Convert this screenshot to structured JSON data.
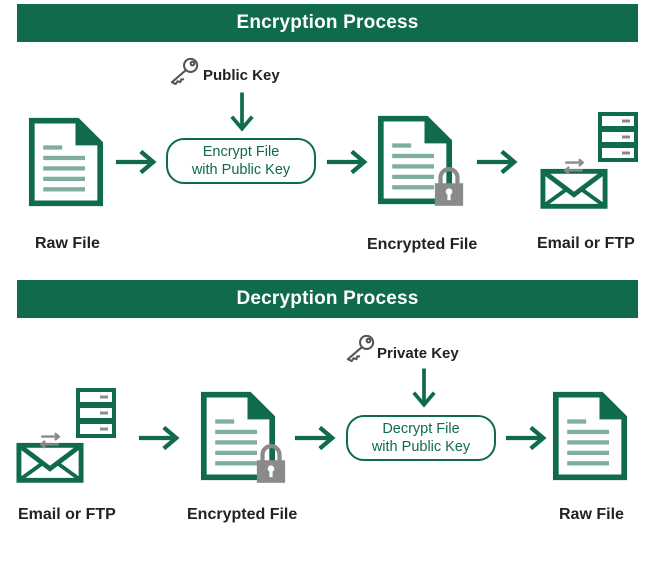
{
  "encryption": {
    "title": "Encryption Process",
    "key_label": "Public Key",
    "process_line1": "Encrypt File",
    "process_line2": "with Public Key",
    "labels": {
      "raw": "Raw File",
      "encrypted": "Encrypted File",
      "transfer": "Email or FTP"
    }
  },
  "decryption": {
    "title": "Decryption Process",
    "key_label": "Private Key",
    "process_line1": "Decrypt File",
    "process_line2": "with Public Key",
    "labels": {
      "transfer": "Email or FTP",
      "encrypted": "Encrypted File",
      "raw": "Raw File"
    }
  },
  "colors": {
    "primary": "#0f6a4e",
    "light": "#7fae9d",
    "gray": "#8a8a8a"
  },
  "icons": [
    "key-icon",
    "document-icon",
    "encrypted-document-icon",
    "envelope-icon",
    "server-icon",
    "arrow-icon"
  ]
}
